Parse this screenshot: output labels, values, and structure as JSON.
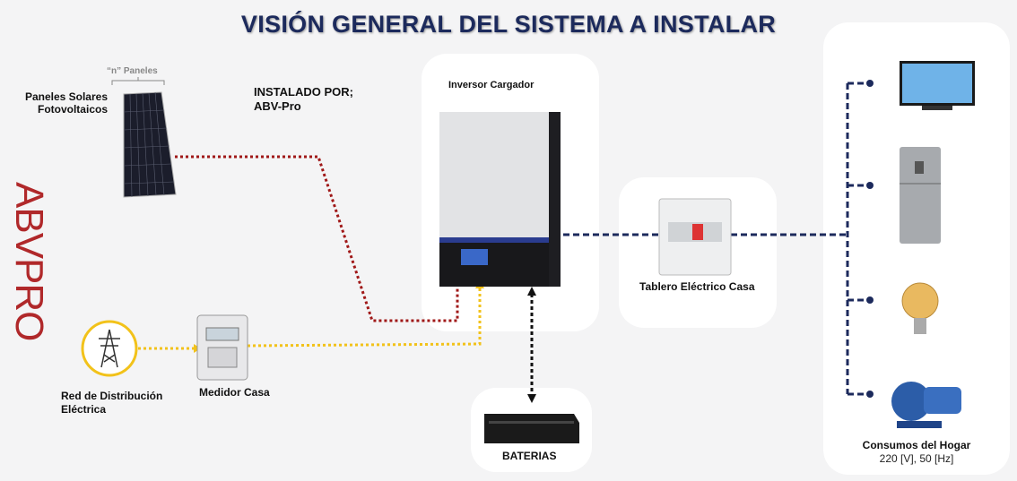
{
  "title": "VISIÓN GENERAL DEL SISTEMA A INSTALAR",
  "installed_by": {
    "line1": "INSTALADO POR;",
    "line2": "ABV-Pro"
  },
  "logo": {
    "text": "ABVPRO"
  },
  "panels": {
    "count_label": "“n” Paneles",
    "label_line1": "Paneles Solares",
    "label_line2": "Fotovoltaicos"
  },
  "inverter": {
    "label": "Inversor Cargador"
  },
  "grid": {
    "label_line1": "Red de Distribución",
    "label_line2": "Eléctrica"
  },
  "meter": {
    "label": "Medidor Casa"
  },
  "board": {
    "label": "Tablero Eléctrico Casa"
  },
  "batteries": {
    "label": "BATERIAS"
  },
  "loads": {
    "label": "Consumos del Hogar",
    "spec": "220 [V], 50 [Hz]",
    "items": [
      "tv",
      "refrigerator",
      "light-bulb",
      "water-pump"
    ]
  },
  "colors": {
    "title": "#1c2a5c",
    "dc_solar": "#a01818",
    "ac_grid": "#f2c21a",
    "ac_out": "#1c2a5c",
    "battery": "#111111"
  }
}
